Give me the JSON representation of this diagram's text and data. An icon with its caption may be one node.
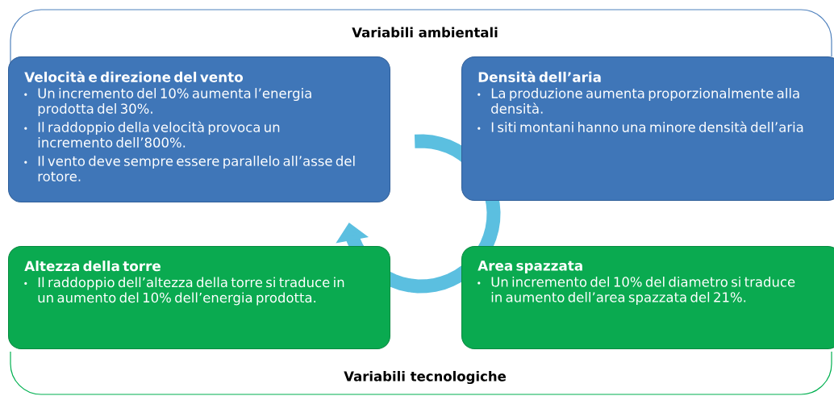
{
  "diagram": {
    "nodes": [
      {
        "text": [
          "Velocità e direzione del vento",
          "Un incremento del 10% aumenta l’energia prodotta del 30%.",
          "Il raddoppio della velocità provoca un incremento dell’800%.",
          "Il vento deve sempre essere parallelo all’asse del rotore."
        ]
      },
      {
        "text": [
          "Densità dell’aria",
          "La produzione aumenta proporzionalmente alla densità.",
          "I siti montani hanno una minore densità dell’aria"
        ]
      },
      {
        "text": [
          "Altezza della torre",
          "Il raddoppio dell’altezza della torre si traduce in un aumento del 10% dell’energia prodotta."
        ]
      },
      {
        "text": [
          "Area spazzata",
          "Un incremento del 10% del diametro si traduce in aumento dell’area spazzata del 21%."
        ]
      }
    ],
    "labels": [
      "Variabili ambientali",
      "Variabili tecnologiche"
    ]
  }
}
